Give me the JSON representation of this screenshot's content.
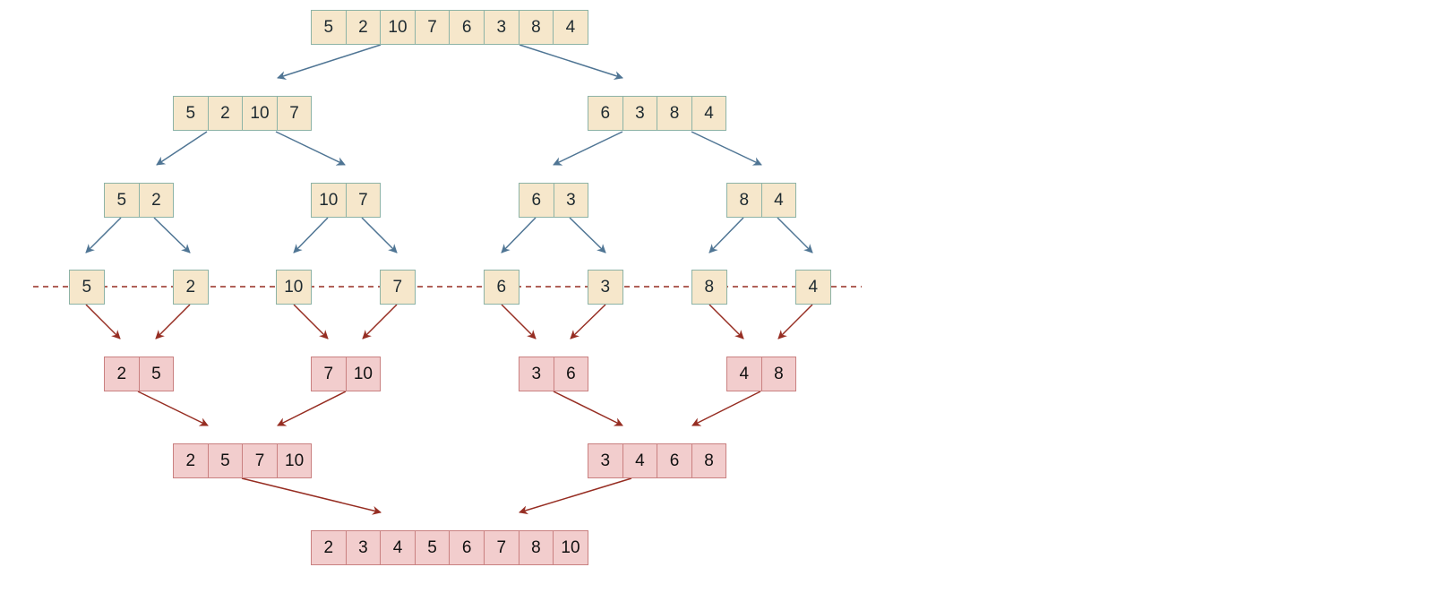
{
  "colors": {
    "split_fill": "#f6e7cb",
    "split_border": "#8db3a6",
    "merge_fill": "#f2cdcd",
    "merge_border": "#c98080",
    "split_arrow": "#4f7594",
    "merge_arrow": "#962d22"
  },
  "split_levels": [
    [
      [
        "5",
        "2",
        "10",
        "7",
        "6",
        "3",
        "8",
        "4"
      ]
    ],
    [
      [
        "5",
        "2",
        "10",
        "7"
      ],
      [
        "6",
        "3",
        "8",
        "4"
      ]
    ],
    [
      [
        "5",
        "2"
      ],
      [
        "10",
        "7"
      ],
      [
        "6",
        "3"
      ],
      [
        "8",
        "4"
      ]
    ],
    [
      [
        "5"
      ],
      [
        "2"
      ],
      [
        "10"
      ],
      [
        "7"
      ],
      [
        "6"
      ],
      [
        "3"
      ],
      [
        "8"
      ],
      [
        "4"
      ]
    ]
  ],
  "merge_levels": [
    [
      [
        "2",
        "5"
      ],
      [
        "7",
        "10"
      ],
      [
        "3",
        "6"
      ],
      [
        "4",
        "8"
      ]
    ],
    [
      [
        "2",
        "5",
        "7",
        "10"
      ],
      [
        "3",
        "4",
        "6",
        "8"
      ]
    ],
    [
      [
        "2",
        "3",
        "4",
        "5",
        "6",
        "7",
        "8",
        "10"
      ]
    ]
  ]
}
